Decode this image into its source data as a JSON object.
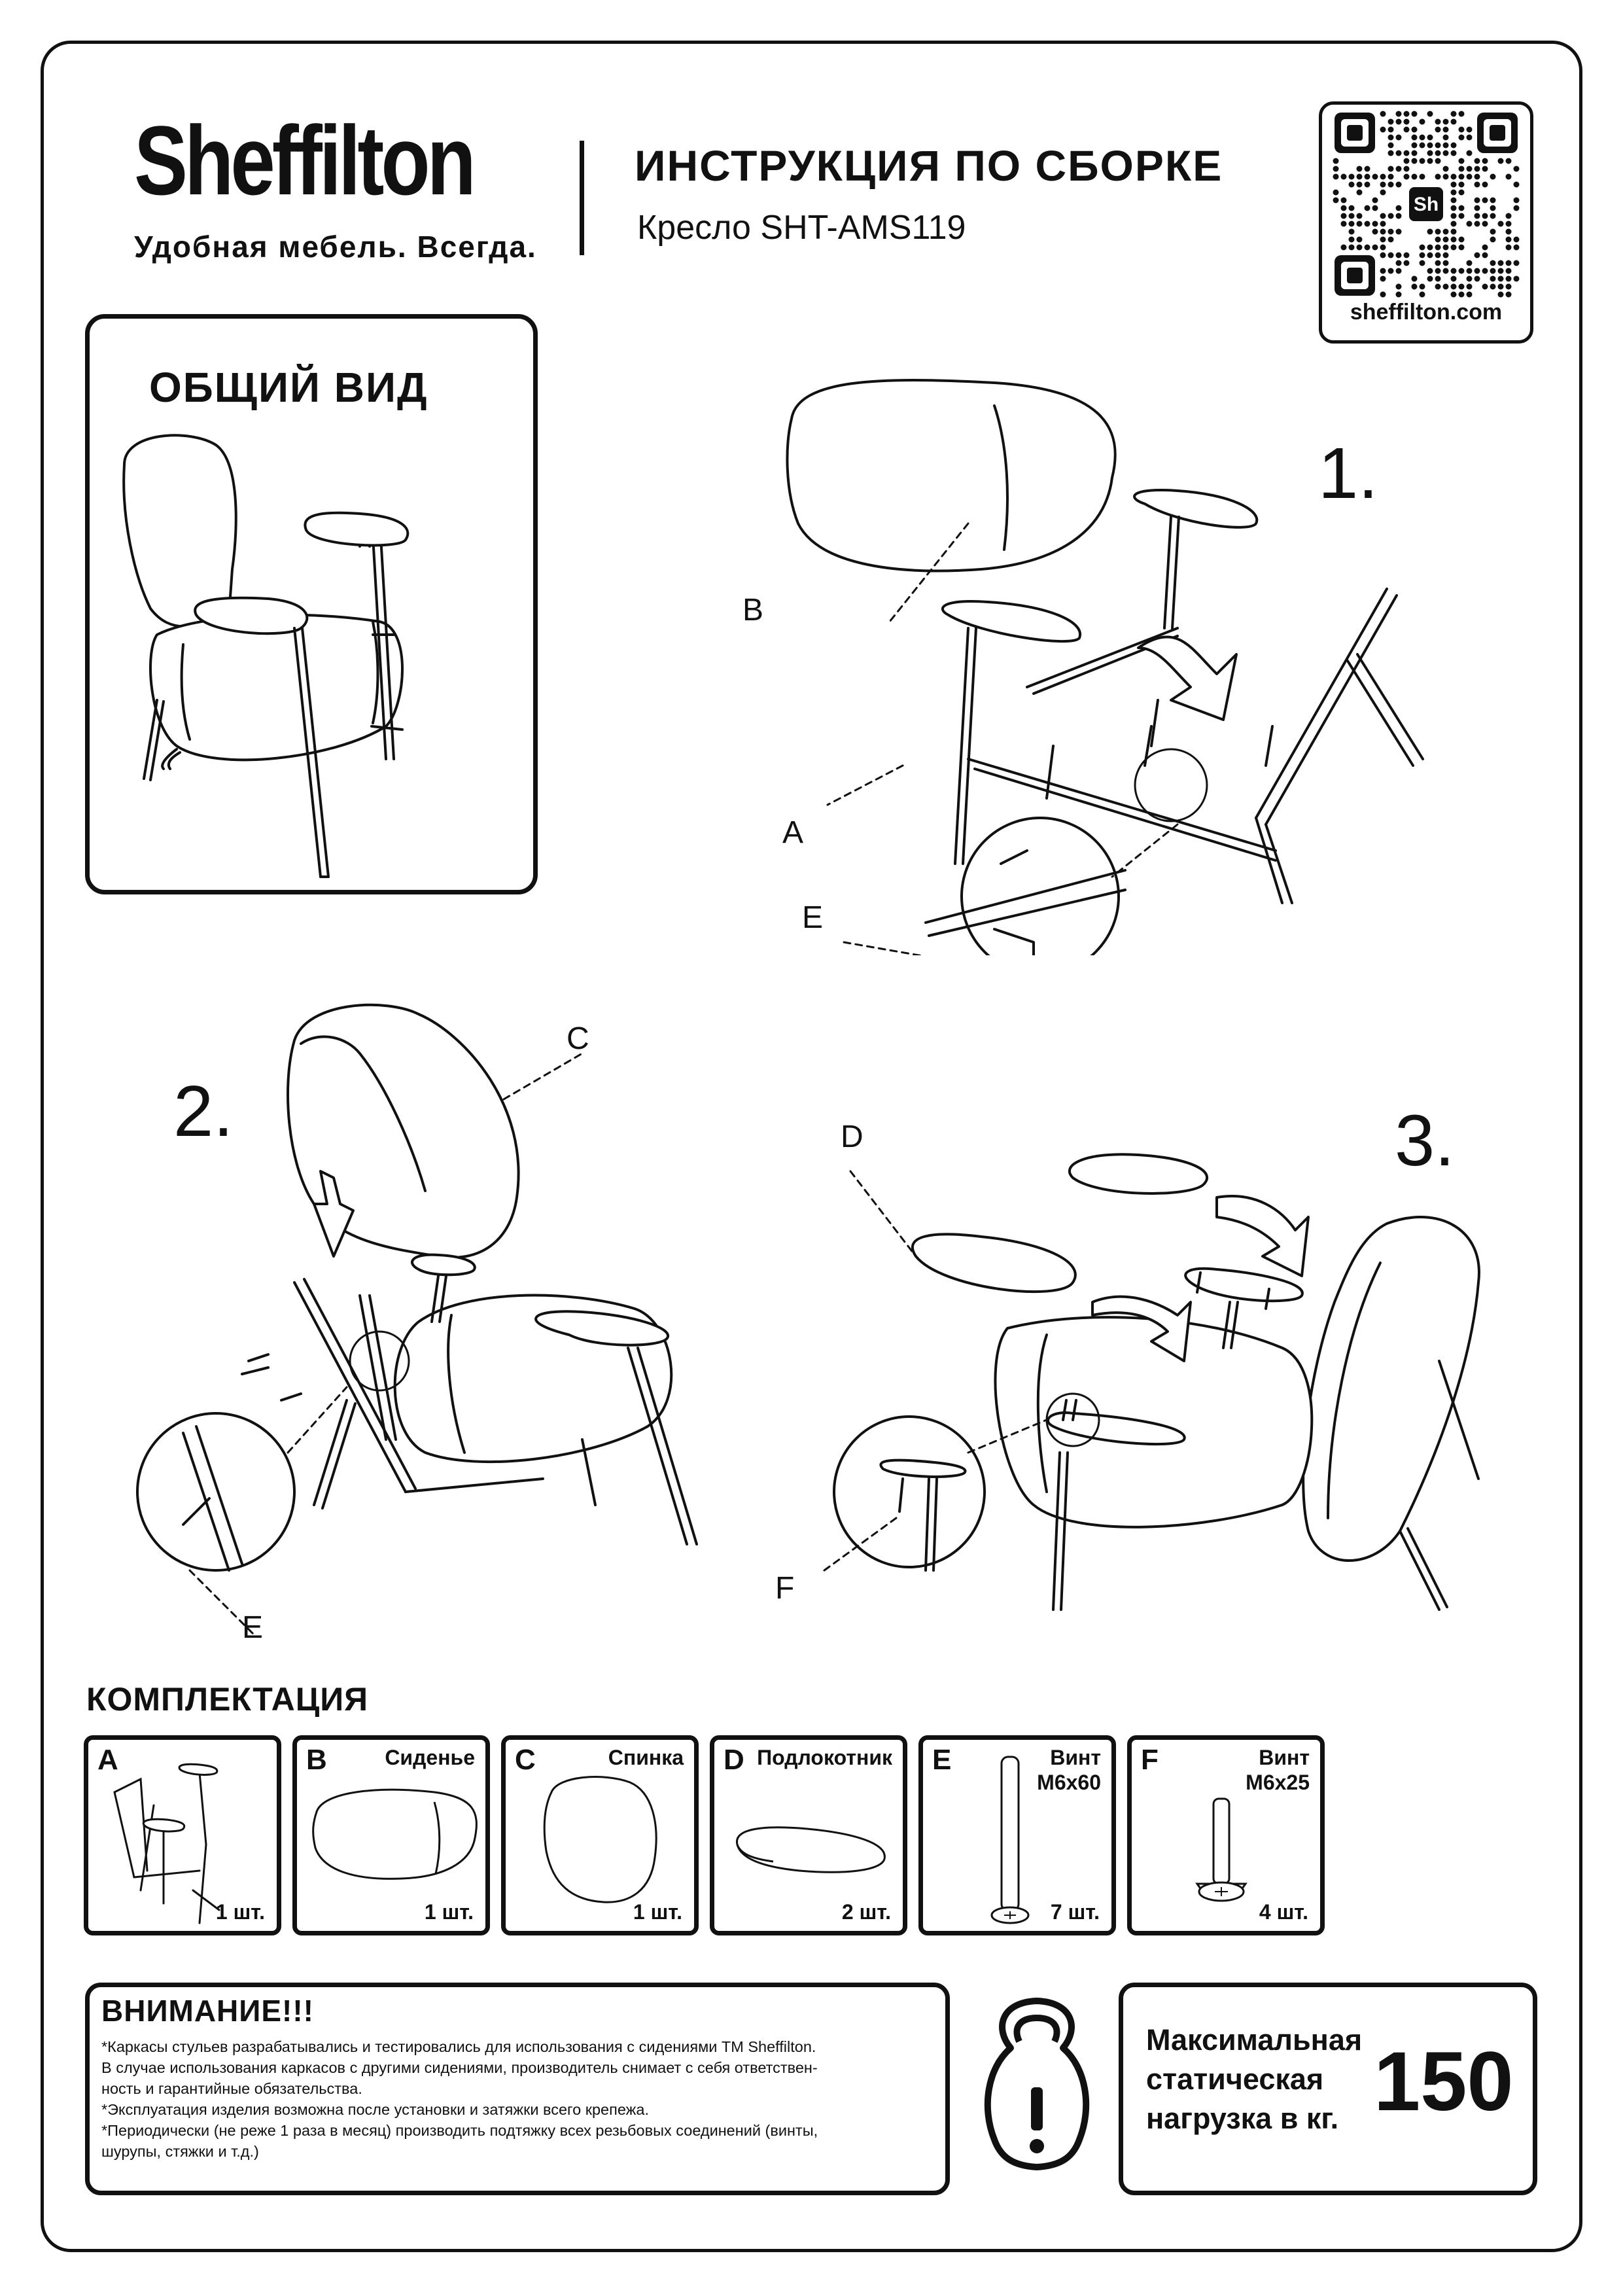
{
  "header": {
    "brand": "Sheffilton",
    "tagline": "Удобная мебель. Всегда.",
    "title": "ИНСТРУКЦИЯ ПО СБОРКЕ",
    "subtitle": "Кресло SHT-AMS119",
    "qr_url": "sheffilton.com",
    "qr_badge": "Sh"
  },
  "overview": {
    "title": "ОБЩИЙ ВИД"
  },
  "steps": [
    {
      "number": "1.",
      "labels": [
        "B",
        "A",
        "E"
      ]
    },
    {
      "number": "2.",
      "labels": [
        "C",
        "E"
      ]
    },
    {
      "number": "3.",
      "labels": [
        "D",
        "F"
      ]
    }
  ],
  "kit": {
    "title": "КОМПЛЕКТАЦИЯ",
    "parts": [
      {
        "letter": "A",
        "name": "",
        "qty": "1 шт."
      },
      {
        "letter": "B",
        "name": "Сиденье",
        "qty": "1 шт."
      },
      {
        "letter": "C",
        "name": "Спинка",
        "qty": "1 шт."
      },
      {
        "letter": "D",
        "name": "Подлокотник",
        "qty": "2 шт."
      },
      {
        "letter": "E",
        "name": "Винт",
        "size": "М6х60",
        "qty": "7 шт."
      },
      {
        "letter": "F",
        "name": "Винт",
        "size": "М6х25",
        "qty": "4 шт."
      }
    ]
  },
  "warning": {
    "title": "ВНИМАНИЕ!!!",
    "lines": [
      "*Каркасы стульев разрабатывались и тестировались для использования с сидениями ТМ Sheffilton.",
      "В случае использования каркасов с другими сидениями, производитель снимает с себя ответствен-",
      "ность и гарантийные обязательства.",
      "*Эксплуатация изделия возможна после установки и затяжки всего крепежа.",
      "*Периодически (не реже 1 раза в месяц) производить подтяжку всех резьбовых соединений (винты,",
      "шурупы, стяжки и т.д.)"
    ]
  },
  "load": {
    "label_line1": "Максимальная",
    "label_line2": "статическая",
    "label_line3": "нагрузка в кг.",
    "value": "150"
  }
}
